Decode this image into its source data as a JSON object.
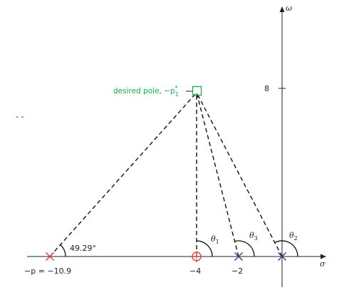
{
  "axes": {
    "x_label": "σ",
    "y_label": "ω",
    "y_tick_label": "8"
  },
  "desired_pole": {
    "label": "desired pole, −p",
    "subscript": "1",
    "superscript": "*",
    "color": "#1aa64a"
  },
  "points": {
    "pole_p": {
      "label": "−p = −10.9",
      "color": "#e04040"
    },
    "zero": {
      "label": "−4",
      "color": "#e04040"
    },
    "pole_2": {
      "label": "−2",
      "color": "#3a3a8a"
    },
    "pole_0": {
      "color": "#3a3a8a"
    }
  },
  "angles": {
    "alpha_label": "49.29°",
    "theta1": "θ1",
    "theta2": "θ2",
    "theta3": "θ3"
  }
}
